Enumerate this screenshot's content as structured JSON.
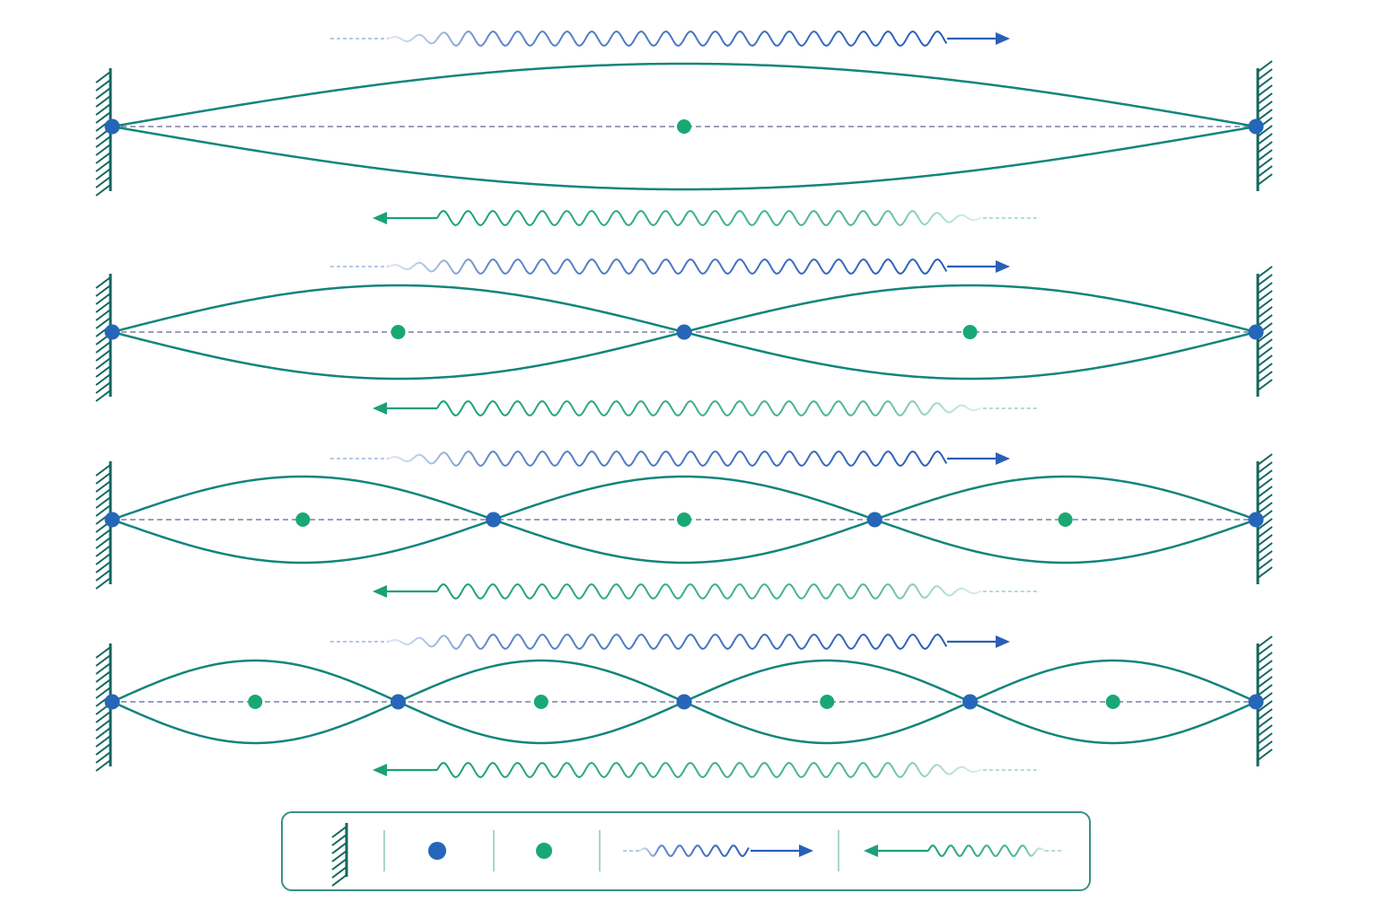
{
  "colors": {
    "background": "#ffffff",
    "string": "#12857c",
    "axis": "#7d7ea6",
    "node": "#2566b8",
    "antinode": "#19a874",
    "incident_wave": "#2a5fb8",
    "reflected_wave": "#1aa07a",
    "wall": "#12665f",
    "legend_border": "#3b8f87",
    "legend_divider": "#8fc4bc"
  },
  "modes": [
    {
      "harmonic": 1
    },
    {
      "harmonic": 2
    },
    {
      "harmonic": 3
    },
    {
      "harmonic": 4
    }
  ],
  "legend": {
    "items": [
      {
        "icon": "fixed-wall-icon"
      },
      {
        "icon": "node-dot-icon"
      },
      {
        "icon": "antinode-dot-icon"
      },
      {
        "icon": "incident-wave-arrow-icon"
      },
      {
        "icon": "reflected-wave-arrow-icon"
      }
    ]
  }
}
